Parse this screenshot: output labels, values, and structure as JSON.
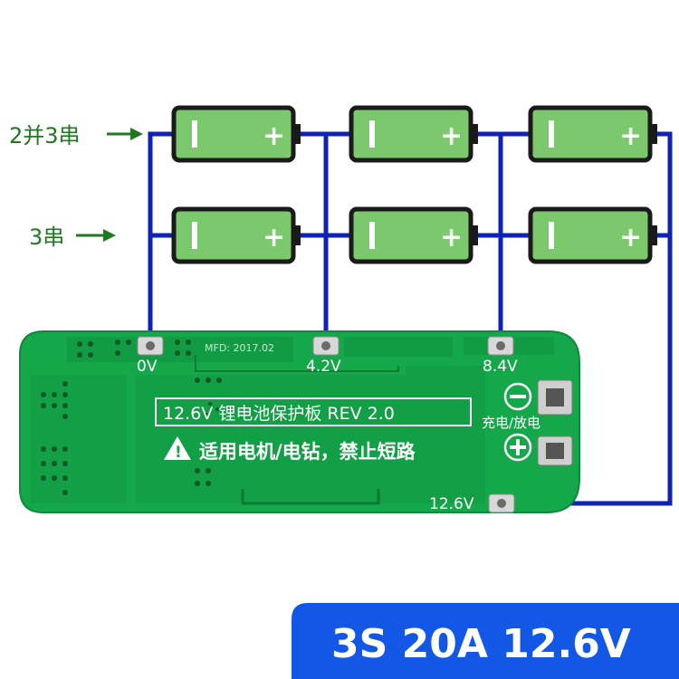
{
  "labels": {
    "parallel_series": "2并3串",
    "series": "3串"
  },
  "cells": {
    "negative_sign": "I",
    "positive_sign": "+"
  },
  "pcb": {
    "mfd_text": "MFD: 2017.02",
    "pad_0v": "0V",
    "pad_42v": "4.2V",
    "pad_84v": "8.4V",
    "pad_126v": "12.6V",
    "board_title": "12.6V 锂电池保护板 REV 2.0",
    "charge_discharge": "充电/放电",
    "warning_text": "适用电机/电钻，禁止短路",
    "minus_symbol": "−",
    "plus_symbol": "+",
    "warning_symbol": "!"
  },
  "banner": {
    "spec": "3S 20A 12.6V"
  },
  "colors": {
    "wire": "#0f22b8",
    "cell_fill": "#7cc86c",
    "cell_border": "#1a1a1a",
    "pcb": "#15a84a",
    "pcb_dark": "#0f9440",
    "label_green": "#1f7a1f",
    "banner": "#1257e6"
  }
}
